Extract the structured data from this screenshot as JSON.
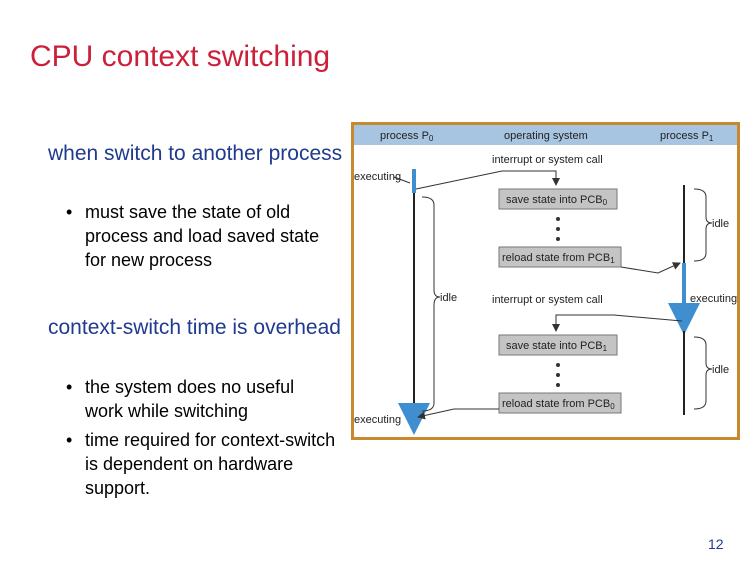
{
  "slide": {
    "title": "CPU context switching",
    "bullets": [
      {
        "text": "when switch to another process",
        "subs": [
          "must save the state of old process and load saved state for new process"
        ]
      },
      {
        "text": "context-switch time is overhead",
        "subs": [
          "the system does no useful work while switching",
          "time required for context-switch is dependent on hardware support."
        ]
      }
    ],
    "bullet_glyph": "•",
    "page_number": "12"
  },
  "diagram": {
    "header": {
      "p0": "process P",
      "p0_sub": "0",
      "os": "operating system",
      "p1": "process P",
      "p1_sub": "1"
    },
    "labels": {
      "executing_top": "executing",
      "interrupt_1": "interrupt or system call",
      "save_state_1": "save state into PCB",
      "save_state_1_sub": "0",
      "reload_state_1": "reload state from PCB",
      "reload_state_1_sub": "1",
      "idle_p1_top": "idle",
      "idle_p0": "idle",
      "interrupt_2": "interrupt or system call",
      "executing_p1": "executing",
      "save_state_2": "save state into PCB",
      "save_state_2_sub": "1",
      "idle_p1_bottom": "idle",
      "reload_state_2": "reload state from PCB",
      "reload_state_2_sub": "0",
      "executing_bottom": "executing"
    },
    "colors": {
      "border": "#c8892e",
      "header_bg": "#a7c4e0",
      "box_bg": "#c4c4c4",
      "exec_blue": "#3f8fd0",
      "accent_text": "#cc1f3a",
      "body_text": "#1f3a8f"
    }
  }
}
